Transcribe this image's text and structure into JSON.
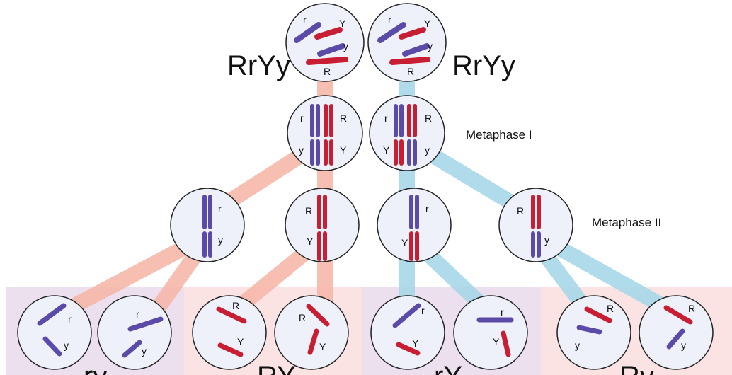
{
  "colors": {
    "maternal_chromosome": "#5b4aa8",
    "paternal_chromosome": "#c81e33",
    "left_path": "#f7b8aa",
    "right_path": "#a8d8e8",
    "cell_fill": "#eef1fa",
    "cell_stroke": "#222222",
    "band_purple": "#ede0ee",
    "band_pink": "#fbe3e3"
  },
  "parents": [
    {
      "genotype": "RrYy"
    },
    {
      "genotype": "RrYy"
    }
  ],
  "stages": {
    "metaphase1": "Metaphase I",
    "metaphase2": "Metaphase II"
  },
  "alleles": {
    "big_r": "R",
    "small_r": "r",
    "big_y": "Y",
    "small_y": "y"
  },
  "gametes": [
    {
      "label": "ry"
    },
    {
      "label": "RY"
    },
    {
      "label": "rY"
    },
    {
      "label": "Ry"
    }
  ]
}
